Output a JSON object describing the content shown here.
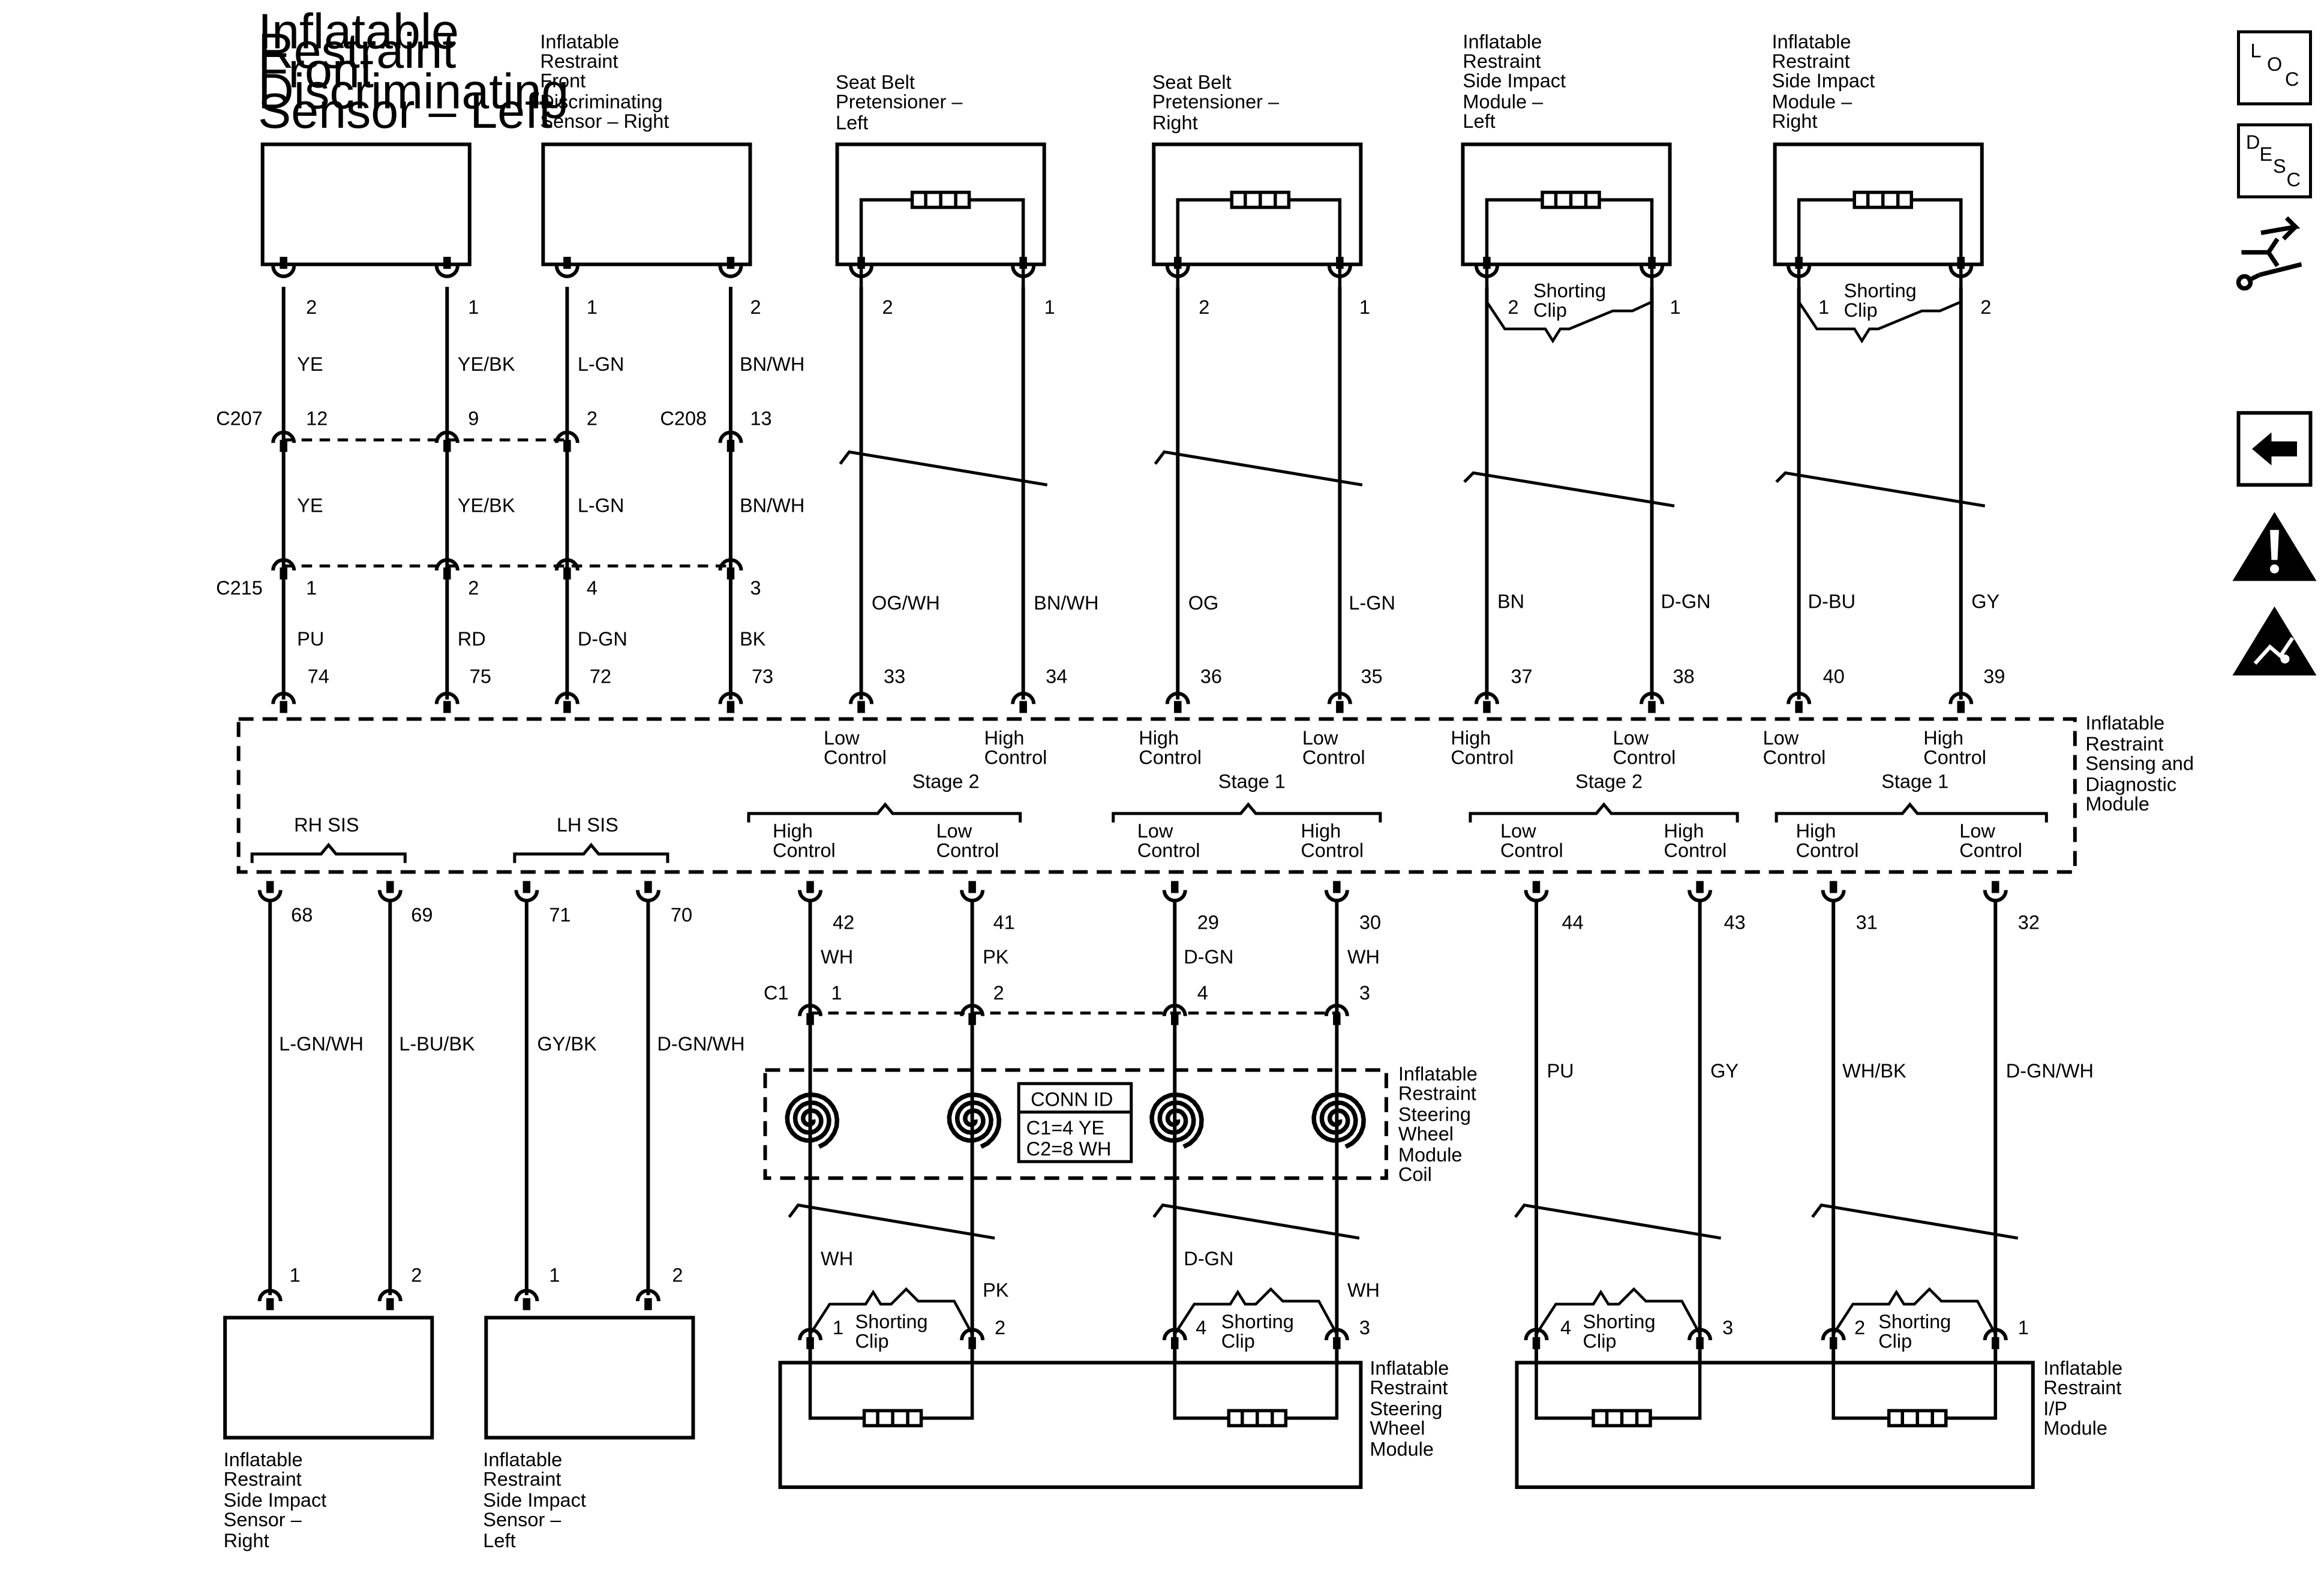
{
  "components": {
    "front_sensor_left": [
      "Inflatable",
      "Restraint",
      "Front",
      "Discriminating",
      "Sensor – Left"
    ],
    "front_sensor_right": [
      "Inflatable",
      "Restraint",
      "Front",
      "Discriminating",
      "Sensor – Right"
    ],
    "pretensioner_left": [
      "Seat Belt",
      "Pretensioner –",
      "Left"
    ],
    "pretensioner_right": [
      "Seat Belt",
      "Pretensioner –",
      "Right"
    ],
    "side_module_left": [
      "Inflatable",
      "Restraint",
      "Side Impact",
      "Module –",
      "Left"
    ],
    "side_module_right": [
      "Inflatable",
      "Restraint",
      "Side Impact",
      "Module –",
      "Right"
    ],
    "sdm": [
      "Inflatable",
      "Restraint",
      "Sensing and",
      "Diagnostic",
      "Module"
    ],
    "coil": [
      "Inflatable",
      "Restraint",
      "Steering",
      "Wheel",
      "Module",
      "Coil"
    ],
    "steering_module": [
      "Inflatable",
      "Restraint",
      "Steering",
      "Wheel",
      "Module"
    ],
    "ip_module": [
      "Inflatable",
      "Restraint",
      "I/P",
      "Module"
    ],
    "side_sensor_right": [
      "Inflatable",
      "Restraint",
      "Side Impact",
      "Sensor –",
      "Right"
    ],
    "side_sensor_left": [
      "Inflatable",
      "Restraint",
      "Side Impact",
      "Sensor –",
      "Left"
    ]
  },
  "connectors": {
    "c207": "C207",
    "c208": "C208",
    "c215": "C215",
    "c1": "C1"
  },
  "conn_id": {
    "title": "CONN ID",
    "line1": "C1=4 YE",
    "line2": "C2=8 WH"
  },
  "top_pins": {
    "fsl_a": "2",
    "fsl_b": "1",
    "fsr_a": "1",
    "fsr_b": "2",
    "pt_l_a": "2",
    "pt_l_b": "1",
    "pt_r_a": "2",
    "pt_r_b": "1",
    "sm_l_a": "2",
    "sm_l_b": "1",
    "sm_r_a": "1",
    "sm_r_b": "2"
  },
  "upper_wires": {
    "w1": "YE",
    "w2": "YE/BK",
    "w3": "L-GN",
    "w4": "BN/WH",
    "w1b": "YE",
    "w2b": "YE/BK",
    "w3b": "L-GN",
    "w4b": "BN/WH",
    "w1c": "PU",
    "w2c": "RD",
    "w3c": "D-GN",
    "w4c": "BK",
    "p1": "OG/WH",
    "p2": "BN/WH",
    "p3": "OG",
    "p4": "L-GN",
    "s1": "BN",
    "s2": "D-GN",
    "s3": "D-BU",
    "s4": "GY"
  },
  "c207_pins": {
    "a": "12",
    "b": "9",
    "c": "2",
    "d": "13"
  },
  "c215_pins": {
    "a": "1",
    "b": "2",
    "c": "4",
    "d": "3"
  },
  "sdm_top_pins": [
    "74",
    "75",
    "72",
    "73",
    "33",
    "34",
    "36",
    "35",
    "37",
    "38",
    "40",
    "39"
  ],
  "sdm_top_labels": {
    "l1a": "Low",
    "l1b": "Control",
    "l2a": "High",
    "l2b": "Control",
    "l3a": "High",
    "l3b": "Control",
    "l4a": "Low",
    "l4b": "Control",
    "l5a": "High",
    "l5b": "Control",
    "l6a": "Low",
    "l6b": "Control",
    "l7a": "Low",
    "l7b": "Control",
    "l8a": "High",
    "l8b": "Control",
    "stage2a": "Stage 2",
    "stage1a": "Stage 1",
    "stage2b": "Stage 2",
    "stage1b": "Stage 1"
  },
  "sdm_bottom_labels": {
    "rh_sis": "RH SIS",
    "lh_sis": "LH SIS",
    "b1a": "High",
    "b1b": "Control",
    "b2a": "Low",
    "b2b": "Control",
    "b3a": "Low",
    "b3b": "Control",
    "b4a": "High",
    "b4b": "Control",
    "b5a": "Low",
    "b5b": "Control",
    "b6a": "High",
    "b6b": "Control",
    "b7a": "High",
    "b7b": "Control",
    "b8a": "Low",
    "b8b": "Control"
  },
  "sdm_bottom_pins": [
    "68",
    "69",
    "71",
    "70",
    "42",
    "41",
    "29",
    "30",
    "44",
    "43",
    "31",
    "32"
  ],
  "lower_wires": {
    "a": "L-GN/WH",
    "b": "L-BU/BK",
    "c": "GY/BK",
    "d": "D-GN/WH",
    "e": "WH",
    "f": "PK",
    "g": "D-GN",
    "h": "WH",
    "i": "PU",
    "j": "GY",
    "k": "WH/BK",
    "l": "D-GN/WH",
    "e2": "WH",
    "f2": "PK",
    "g2": "D-GN",
    "h2": "WH"
  },
  "c1_pins": {
    "a": "1",
    "b": "2",
    "c": "4",
    "d": "3"
  },
  "bottom_pins": {
    "ssr_a": "1",
    "ssr_b": "2",
    "ssl_a": "1",
    "ssl_b": "2",
    "sw_a": "1",
    "sw_b": "2",
    "sw_c": "4",
    "sw_d": "3",
    "ip_a": "4",
    "ip_b": "3",
    "ip_c": "2",
    "ip_d": "1"
  },
  "shorting_clip": [
    "Shorting",
    "Clip"
  ],
  "sidebar": {
    "loc": [
      "L",
      "O",
      "C"
    ],
    "desc": [
      "D",
      "E",
      "S",
      "C"
    ]
  }
}
